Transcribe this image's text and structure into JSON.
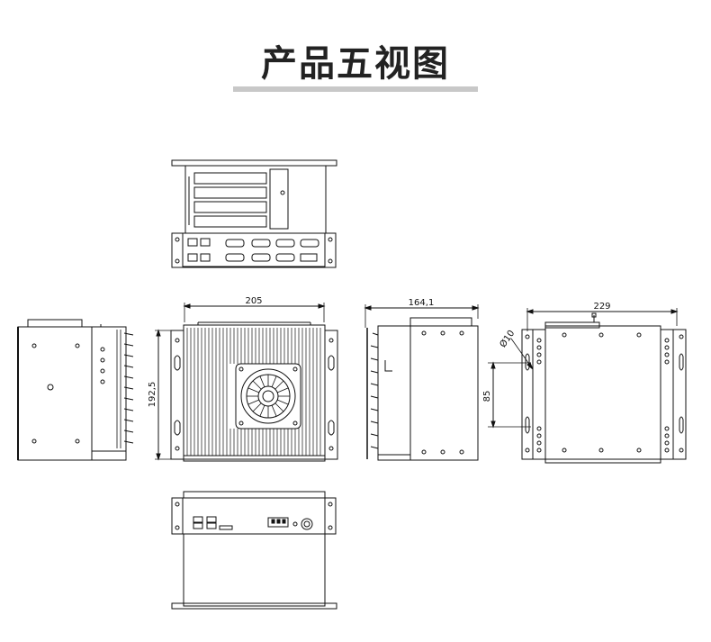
{
  "title": "产品五视图",
  "dimensions": {
    "front_width": "205",
    "front_height": "192,5",
    "side_depth": "164,1",
    "right_width": "229",
    "hole_spacing": "85",
    "hole_diameter": "Ø10"
  },
  "views": [
    "top-view",
    "left-view",
    "front-view",
    "side-view",
    "right-view",
    "bottom-view"
  ]
}
